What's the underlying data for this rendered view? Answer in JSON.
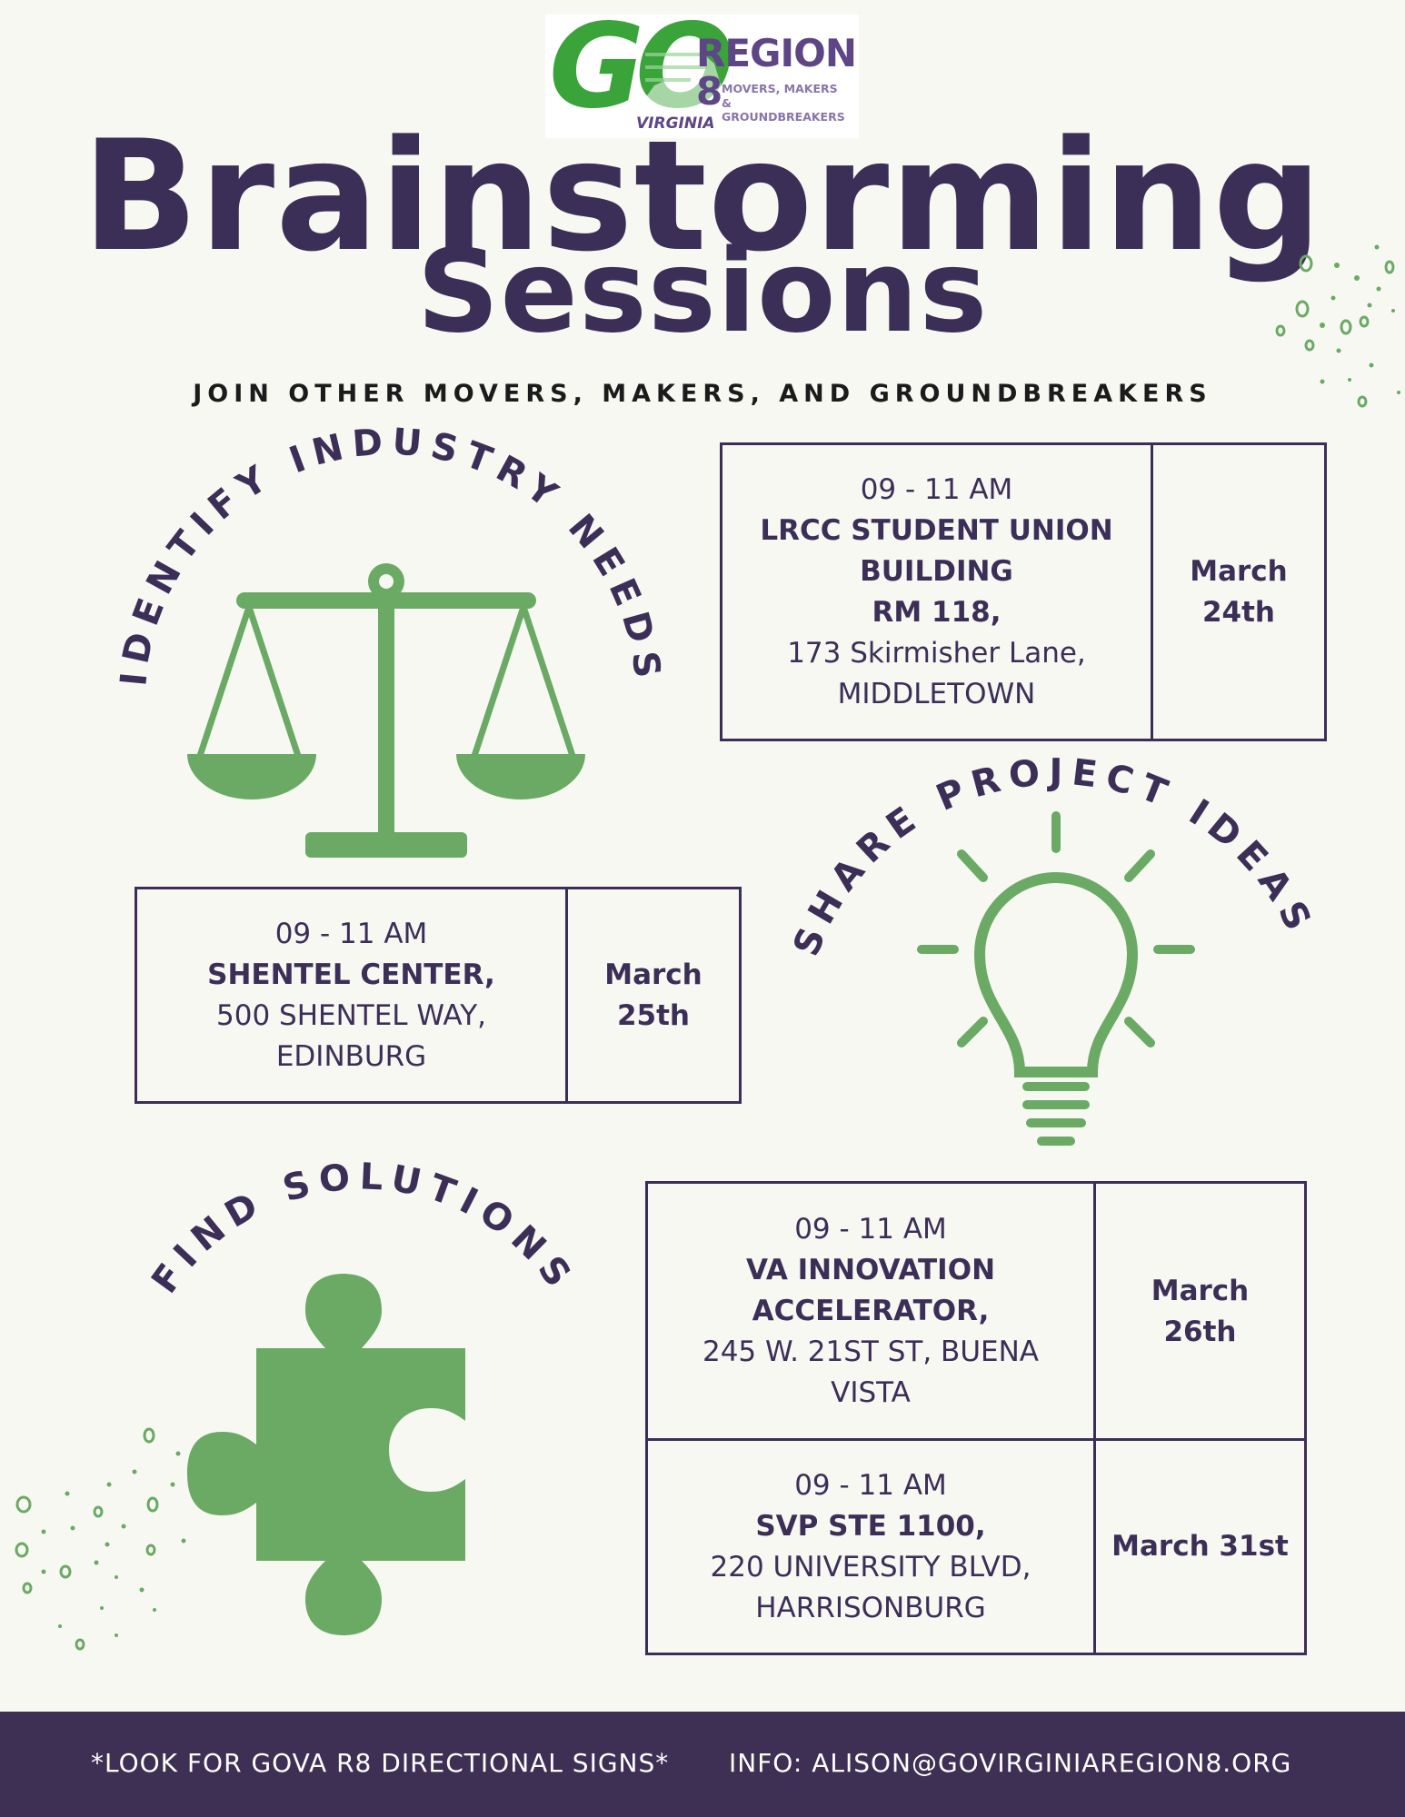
{
  "logo": {
    "mark": "GO",
    "region": "REGION 8",
    "tagline": "MOVERS, MAKERS & GROUNDBREAKERS",
    "state": "VIRGINIA"
  },
  "title": {
    "line1": "Brainstorming",
    "line2": "Sessions"
  },
  "subtitle": "JOIN OTHER MOVERS, MAKERS, AND GROUNDBREAKERS",
  "themes": {
    "identify": "IDENTIFY INDUSTRY NEEDS",
    "share": "SHARE PROJECT IDEAS",
    "find": "FIND SOLUTIONS"
  },
  "icons": {
    "scale": "balance-scale-icon",
    "bulb": "lightbulb-icon",
    "puzzle": "puzzle-piece-icon"
  },
  "sessions": [
    {
      "time": "09 - 11 AM",
      "venue": "LRCC STUDENT UNION BUILDING",
      "room": "RM 118,",
      "address": "173 Skirmisher Lane,",
      "city": "MIDDLETOWN",
      "date_month": "March",
      "date_day": "24th"
    },
    {
      "time": "09 - 11 AM",
      "venue": "SHENTEL CENTER,",
      "address": "500 SHENTEL WAY,",
      "city": "EDINBURG",
      "date_month": "March",
      "date_day": "25th"
    },
    {
      "time": "09 - 11 AM",
      "venue": "VA INNOVATION ACCELERATOR,",
      "address": "245 W. 21ST ST, BUENA VISTA",
      "date_month": "March",
      "date_day": "26th"
    },
    {
      "time": "09 - 11 AM",
      "venue": "SVP STE 1100,",
      "address": "220 UNIVERSITY BLVD,",
      "city": "HARRISONBURG",
      "date": "March 31st"
    }
  ],
  "footer": {
    "note": "*LOOK FOR GOVA R8 DIRECTIONAL SIGNS*",
    "info": "INFO: ALISON@GOVIRGINIAREGION8.ORG"
  },
  "colors": {
    "purple": "#3c2f57",
    "green": "#6aaa64",
    "footer_bg": "#3d3054",
    "background": "#f8f8f3"
  }
}
